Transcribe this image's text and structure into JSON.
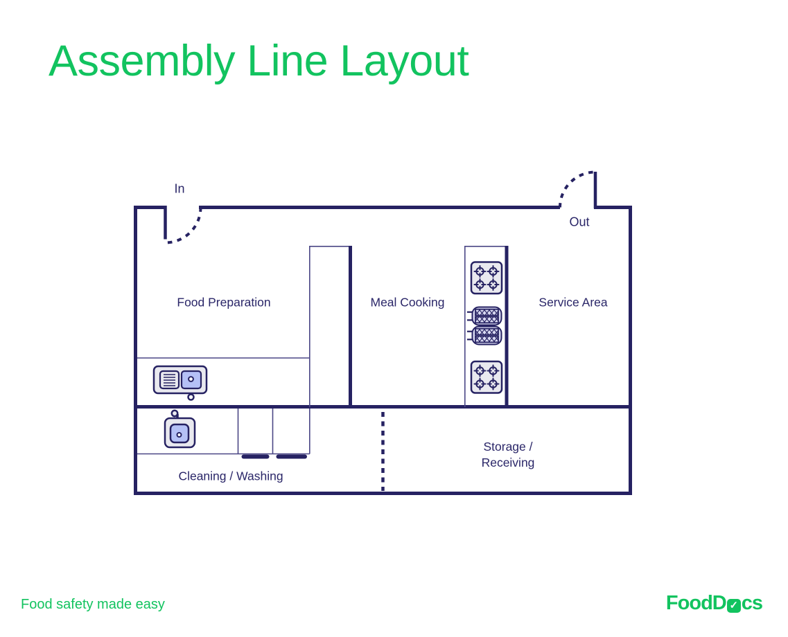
{
  "page": {
    "title": "Assembly Line Layout"
  },
  "colors": {
    "accent_green": "#12c35f",
    "wall_navy": "#262262",
    "label_navy": "#2a2668",
    "thin_line": "#4a4685",
    "equipment_gray_fill": "#e9e9ef",
    "sink_blue_fill": "#b5c1f6",
    "grill_lavender_fill": "#d9daf2"
  },
  "floor_plan": {
    "doors": {
      "in": {
        "label": "In"
      },
      "out": {
        "label": "Out"
      }
    },
    "rooms": [
      {
        "id": "food-preparation",
        "label": "Food Preparation"
      },
      {
        "id": "meal-cooking",
        "label": "Meal Cooking"
      },
      {
        "id": "service-area",
        "label": "Service Area"
      },
      {
        "id": "storage-receiving",
        "label": "Storage / Receiving",
        "label_lines": [
          "Storage /",
          "Receiving"
        ]
      },
      {
        "id": "cleaning-washing",
        "label": "Cleaning / Washing"
      }
    ],
    "equipment": [
      "gas-stove-top",
      "grill",
      "grill",
      "gas-stove-top",
      "prep-sink-unit",
      "wash-sink",
      "dishwasher",
      "dishwasher"
    ]
  },
  "footer": {
    "tagline": "Food safety made easy",
    "logo": {
      "part1": "FoodD",
      "check": "✓",
      "part2": "cs"
    }
  }
}
